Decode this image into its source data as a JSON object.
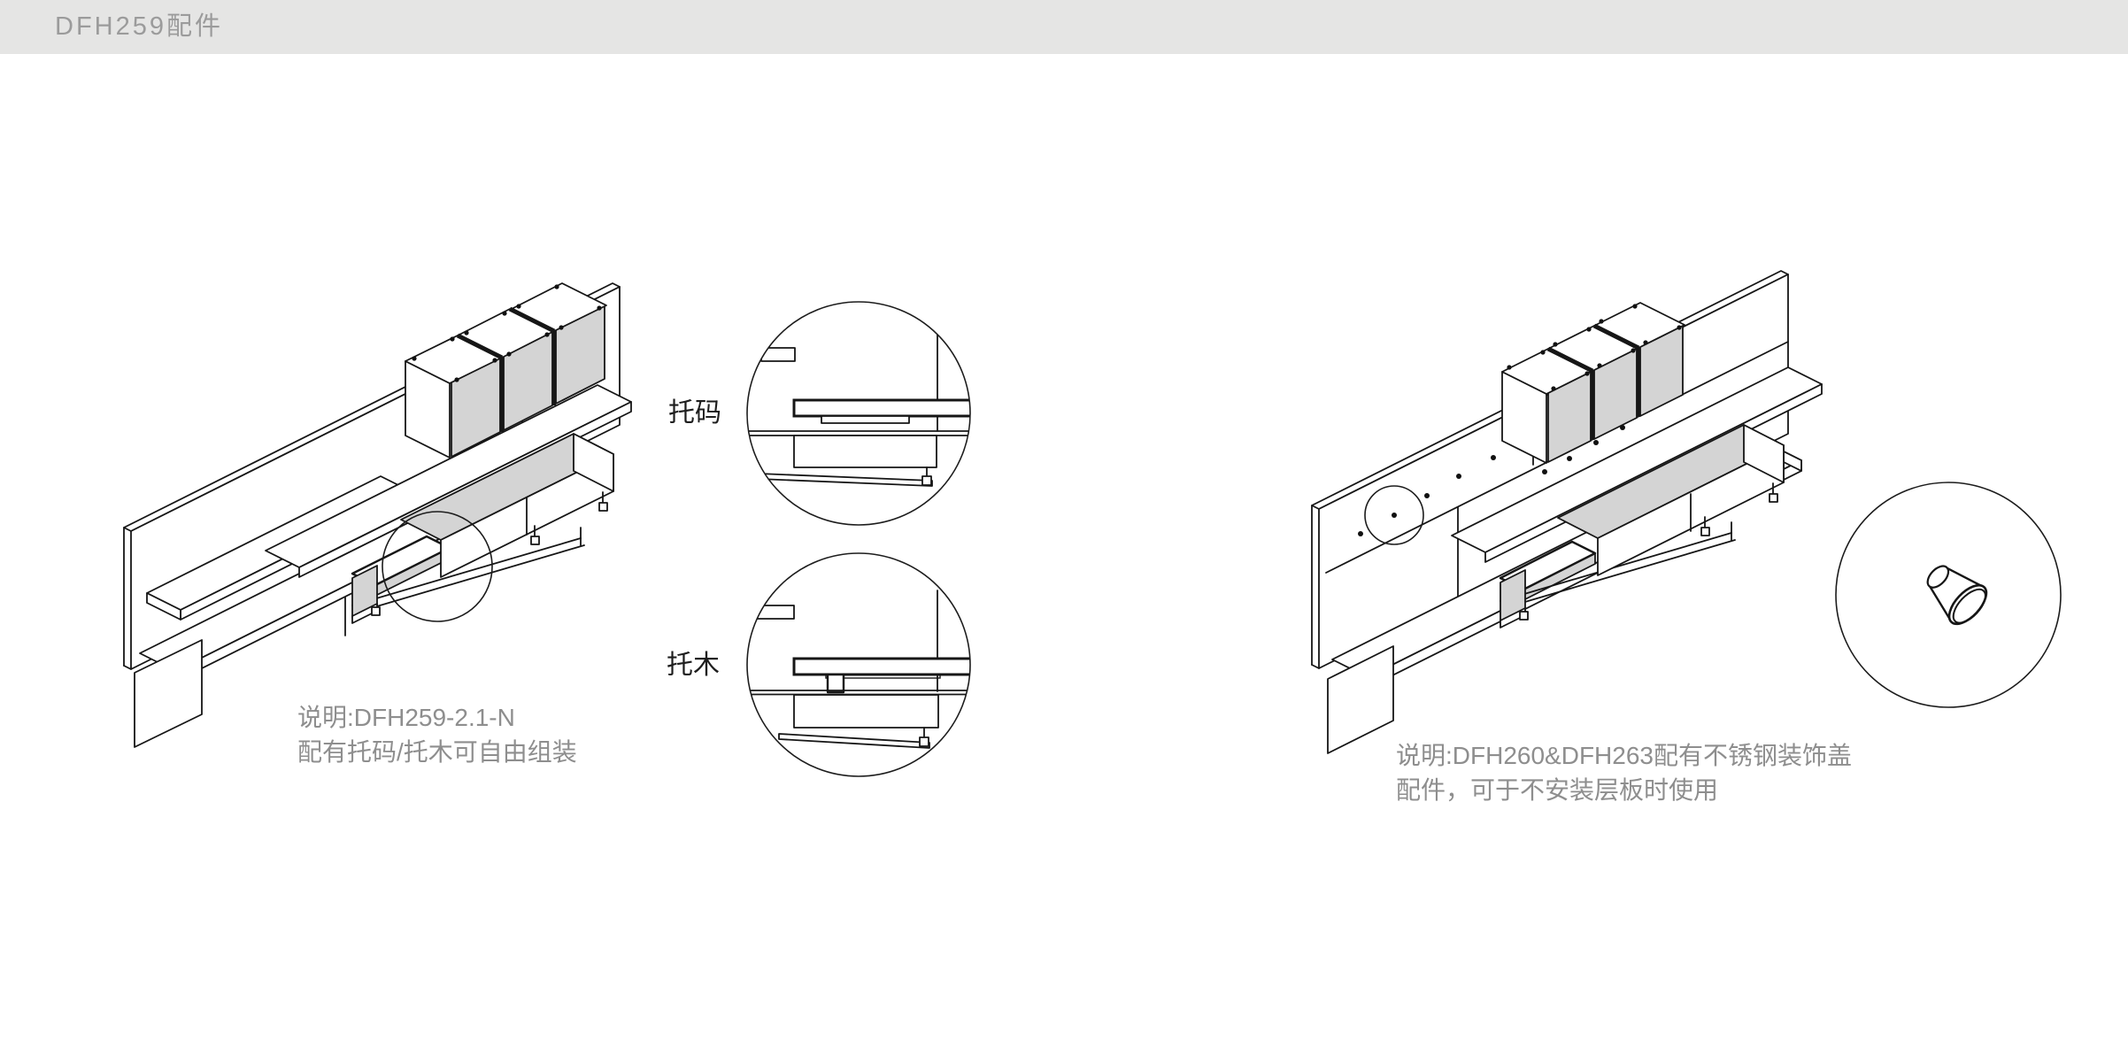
{
  "header": {
    "title": "DFH259配件",
    "bg": "#e5e5e4",
    "text_color": "#9b9b9b"
  },
  "left_figure": {
    "caption_line1": "说明:DFH259-2.1-N",
    "caption_line2": "配有托码/托木可自由组装"
  },
  "details": {
    "bracket_label": "托码",
    "wood_support_label": "托木"
  },
  "right_figure": {
    "caption_line1": "说明:DFH260&DFH263配有不锈钢装饰盖",
    "caption_line2": "配件，可于不安装层板时使用"
  },
  "colors": {
    "line": "#161616",
    "shade_fill": "#d4d4d4",
    "caption_text": "#8e8e8e",
    "label_text": "#1e1e1e"
  }
}
